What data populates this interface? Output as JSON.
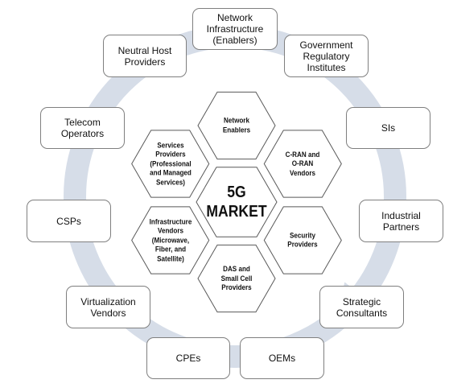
{
  "diagram": {
    "center": {
      "label": "5G\nMARKET"
    },
    "inner_hexagons": [
      {
        "name": "network-enablers",
        "label": "Network\nEnablers"
      },
      {
        "name": "cran-oran-vendors",
        "label": "C-RAN and\nO-RAN\nVendors"
      },
      {
        "name": "security-providers",
        "label": "Security\nProviders"
      },
      {
        "name": "das-small-cell-providers",
        "label": "DAS and\nSmall Cell\nProviders"
      },
      {
        "name": "infrastructure-vendors",
        "label": "Infrastructure\nVendors\n(Microwave,\nFiber, and\nSatellite)"
      },
      {
        "name": "services-providers",
        "label": "Services\nProviders\n(Professional\nand Managed\nServices)"
      }
    ],
    "outer_boxes": [
      {
        "name": "network-infrastructure",
        "label": "Network\nInfrastructure\n(Enablers)"
      },
      {
        "name": "government-regulatory-institutes",
        "label": "Government\nRegulatory\nInstitutes"
      },
      {
        "name": "sis",
        "label": "SIs"
      },
      {
        "name": "industrial-partners",
        "label": "Industrial\nPartners"
      },
      {
        "name": "strategic-consultants",
        "label": "Strategic\nConsultants"
      },
      {
        "name": "oems",
        "label": "OEMs"
      },
      {
        "name": "cpes",
        "label": "CPEs"
      },
      {
        "name": "virtualization-vendors",
        "label": "Virtualization\nVendors"
      },
      {
        "name": "csps",
        "label": "CSPs"
      },
      {
        "name": "telecom-operators",
        "label": "Telecom\nOperators"
      },
      {
        "name": "neutral-host-providers",
        "label": "Neutral Host\nProviders"
      }
    ],
    "colors": {
      "cycle_arrow": "#d6dde8",
      "box_border": "#7f7f7f",
      "hex_border": "#595959",
      "text": "#111111",
      "background": "#ffffff"
    }
  }
}
